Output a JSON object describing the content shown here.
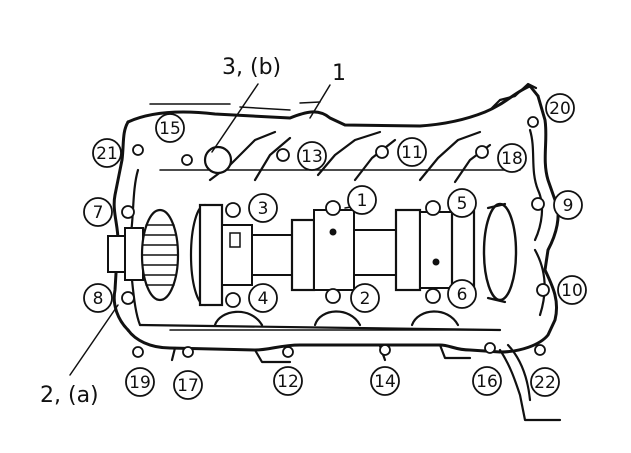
{
  "labels": {
    "part_1": "1",
    "part_3b": "3, (b)",
    "part_2a": "2, (a)"
  },
  "callouts": [
    {
      "id": "c1",
      "text": "1"
    },
    {
      "id": "c2",
      "text": "2"
    },
    {
      "id": "c3",
      "text": "3"
    },
    {
      "id": "c4",
      "text": "4"
    },
    {
      "id": "c5",
      "text": "5"
    },
    {
      "id": "c6",
      "text": "6"
    },
    {
      "id": "c7",
      "text": "7"
    },
    {
      "id": "c8",
      "text": "8"
    },
    {
      "id": "c9",
      "text": "9"
    },
    {
      "id": "c10",
      "text": "10"
    },
    {
      "id": "c11",
      "text": "11"
    },
    {
      "id": "c12",
      "text": "12"
    },
    {
      "id": "c13",
      "text": "13"
    },
    {
      "id": "c14",
      "text": "14"
    },
    {
      "id": "c15",
      "text": "15"
    },
    {
      "id": "c16",
      "text": "16"
    },
    {
      "id": "c17",
      "text": "17"
    },
    {
      "id": "c18",
      "text": "18"
    },
    {
      "id": "c19",
      "text": "19"
    },
    {
      "id": "c20",
      "text": "20"
    },
    {
      "id": "c21",
      "text": "21"
    },
    {
      "id": "c22",
      "text": "22"
    }
  ],
  "style": {
    "ink": "#111111",
    "paper": "#ffffff"
  }
}
